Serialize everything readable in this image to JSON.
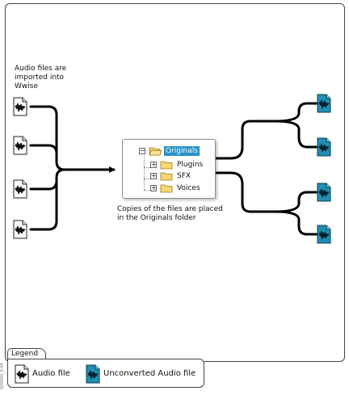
{
  "diagram": {
    "caption_import": [
      "Audio files are",
      "imported into",
      "Wwise"
    ],
    "caption_copy": [
      "Copies of the files are placed",
      "in the Originals folder"
    ],
    "tree": {
      "root": "Originals",
      "children": [
        "Plugins",
        "SFX",
        "Voices"
      ]
    },
    "doc_id": "000000_0.04"
  },
  "legend": {
    "title": "Legend",
    "items": [
      {
        "label": "Audio file",
        "icon": "audio-file-icon"
      },
      {
        "label": "Unconverted Audio file",
        "icon": "unconverted-audio-file-icon"
      }
    ]
  },
  "colors": {
    "unconverted_icon": "#1f8fb3",
    "selection": "#2a93c9",
    "folder": "#f7d774"
  }
}
